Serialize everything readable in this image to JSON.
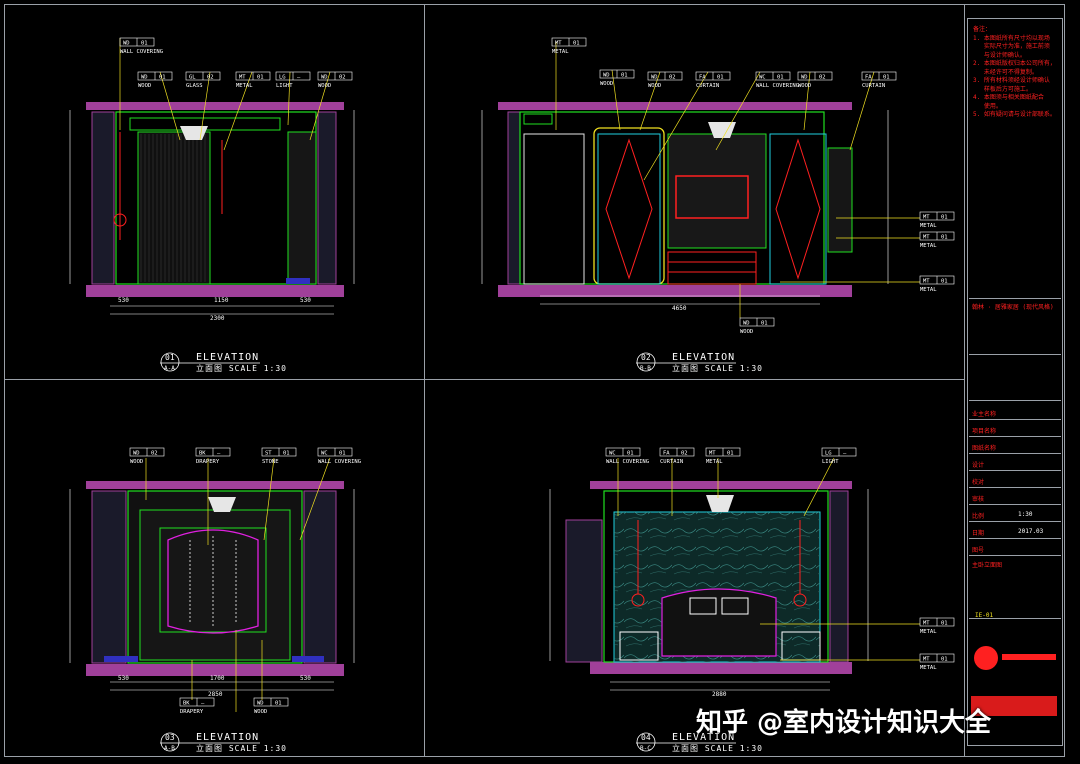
{
  "sheet": {
    "panels": [
      {
        "num": "01",
        "code": "A-A",
        "title": "ELEVATION",
        "subtitle": "立面图 SCALE 1:30"
      },
      {
        "num": "02",
        "code": "B-B",
        "title": "ELEVATION",
        "subtitle": "立面图 SCALE 1:30"
      },
      {
        "num": "03",
        "code": "A-B",
        "title": "ELEVATION",
        "subtitle": "立面图 SCALE 1:30"
      },
      {
        "num": "04",
        "code": "B-C",
        "title": "ELEVATION",
        "subtitle": "立面图 SCALE 1:30"
      }
    ]
  },
  "tags": {
    "p1": [
      {
        "code": "WD",
        "num": "01",
        "label": "WALL COVERING"
      },
      {
        "code": "WD",
        "num": "01",
        "label": "WOOD"
      },
      {
        "code": "GL",
        "num": "02",
        "label": "GLASS"
      },
      {
        "code": "MT",
        "num": "01",
        "label": "METAL"
      },
      {
        "code": "LG",
        "num": "—",
        "label": "LIGHT"
      },
      {
        "code": "WD",
        "num": "02",
        "label": "WOOD"
      }
    ],
    "p2": [
      {
        "code": "MT",
        "num": "01",
        "label": "METAL"
      },
      {
        "code": "WD",
        "num": "01",
        "label": "WOOD"
      },
      {
        "code": "WD",
        "num": "02",
        "label": "WOOD"
      },
      {
        "code": "FA",
        "num": "01",
        "label": "CURTAIN"
      },
      {
        "code": "WC",
        "num": "01",
        "label": "WALL COVERING"
      },
      {
        "code": "WD",
        "num": "02",
        "label": "WOOD"
      },
      {
        "code": "FA",
        "num": "01",
        "label": "CURTAIN"
      },
      {
        "code": "MT",
        "num": "01",
        "label": "METAL"
      },
      {
        "code": "MT",
        "num": "01",
        "label": "METAL"
      },
      {
        "code": "MT",
        "num": "01",
        "label": "METAL"
      },
      {
        "code": "WD",
        "num": "01",
        "label": "WOOD"
      }
    ],
    "p3": [
      {
        "code": "WD",
        "num": "02",
        "label": "WOOD"
      },
      {
        "code": "BK",
        "num": "—",
        "label": "DRAPERY"
      },
      {
        "code": "ST",
        "num": "01",
        "label": "STONE"
      },
      {
        "code": "WC",
        "num": "01",
        "label": "WALL COVERING"
      },
      {
        "code": "BK",
        "num": "—",
        "label": "DRAPERY"
      },
      {
        "code": "WD",
        "num": "01",
        "label": "WOOD"
      }
    ],
    "p4": [
      {
        "code": "WC",
        "num": "01",
        "label": "WALL COVERING"
      },
      {
        "code": "FA",
        "num": "02",
        "label": "CURTAIN"
      },
      {
        "code": "MT",
        "num": "01",
        "label": "METAL"
      },
      {
        "code": "LG",
        "num": "—",
        "label": "LIGHT"
      },
      {
        "code": "MT",
        "num": "01",
        "label": "METAL"
      },
      {
        "code": "MT",
        "num": "01",
        "label": "METAL"
      }
    ]
  },
  "dims": {
    "p1": [
      "530",
      "1150",
      "530",
      "2300"
    ],
    "p2": [
      "4650"
    ],
    "p3": [
      "530",
      "1700",
      "530",
      "2850"
    ],
    "p4": [
      "2880"
    ]
  },
  "titleblock": {
    "notes": "备注：\n1. 本图纸所有尺寸均以现场\n   实际尺寸为准，施工前须\n   与设计师确认。\n2. 本图纸版权归本公司所有，\n   未经许可不得复制。\n3. 所有材料须经设计师确认\n   样板后方可施工。\n4. 本图须与相关图纸配合\n   使用。\n5. 如有疑问请与设计部联系。",
    "rows": [
      {
        "label": "业主名称",
        "value": ""
      },
      {
        "label": "项目名称",
        "value": ""
      },
      {
        "label": "图纸名称",
        "value": ""
      },
      {
        "label": "设计",
        "value": ""
      },
      {
        "label": "校对",
        "value": ""
      },
      {
        "label": "审核",
        "value": ""
      },
      {
        "label": "比例",
        "value": "1:30"
      },
      {
        "label": "日期",
        "value": "2017.03"
      },
      {
        "label": "图号",
        "value": ""
      }
    ],
    "project": "翰林 · 居雅家居 (现代风格)",
    "sheet_name": "主卧立面图",
    "sheet_no": "IE-01"
  },
  "watermark": "知乎 @室内设计知识大全",
  "colors": {
    "frame": "#9aa0a8",
    "wall": "#a0409a",
    "green": "#20e020",
    "yellow": "#f0e020",
    "red": "#ff2020",
    "cyan": "#20d0e0",
    "magenta": "#e020e0",
    "white": "#ffffff"
  }
}
